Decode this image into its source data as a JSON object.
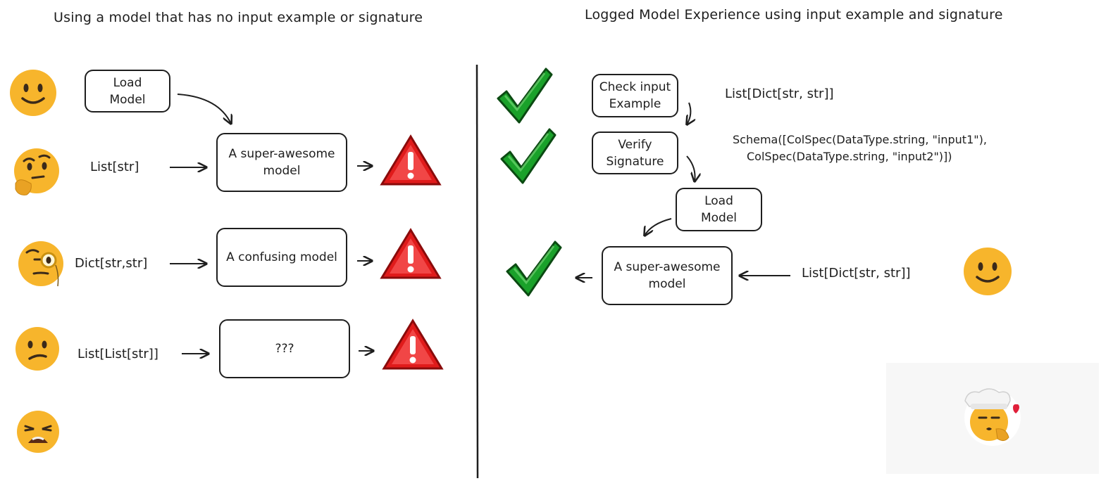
{
  "titles": {
    "left": "Using a model that has no input example or signature",
    "right": "Logged Model Experience using input example and signature"
  },
  "left": {
    "load_model": "Load\nModel",
    "rows": [
      {
        "input": "List[str]",
        "model": "A super-awesome\nmodel"
      },
      {
        "input": "Dict[str,str]",
        "model": "A confusing model"
      },
      {
        "input": "List[List[str]]",
        "model": "???"
      }
    ]
  },
  "right": {
    "check_input_example": "Check input\nExample",
    "input_example_type": "List[Dict[str, str]]",
    "verify_signature": "Verify\nSignature",
    "schema_line1": "Schema([ColSpec(DataType.string, \"input1\"),",
    "schema_line2": "ColSpec(DataType.string, \"input2\")])",
    "load_model": "Load\nModel",
    "model": "A super-awesome\nmodel",
    "input": "List[Dict[str, str]]"
  },
  "colors": {
    "ink": "#1e1e1e",
    "check_green": "#1aa12a",
    "warning_red": "#e01b1b",
    "emoji_yellow": "#f7b52c"
  },
  "icons": [
    "slightly-smiling-face-icon",
    "thinking-face-icon",
    "face-with-monocle-icon",
    "confused-face-icon",
    "weary-face-icon",
    "warning-icon",
    "check-mark-icon",
    "chef-kiss-face-icon"
  ]
}
